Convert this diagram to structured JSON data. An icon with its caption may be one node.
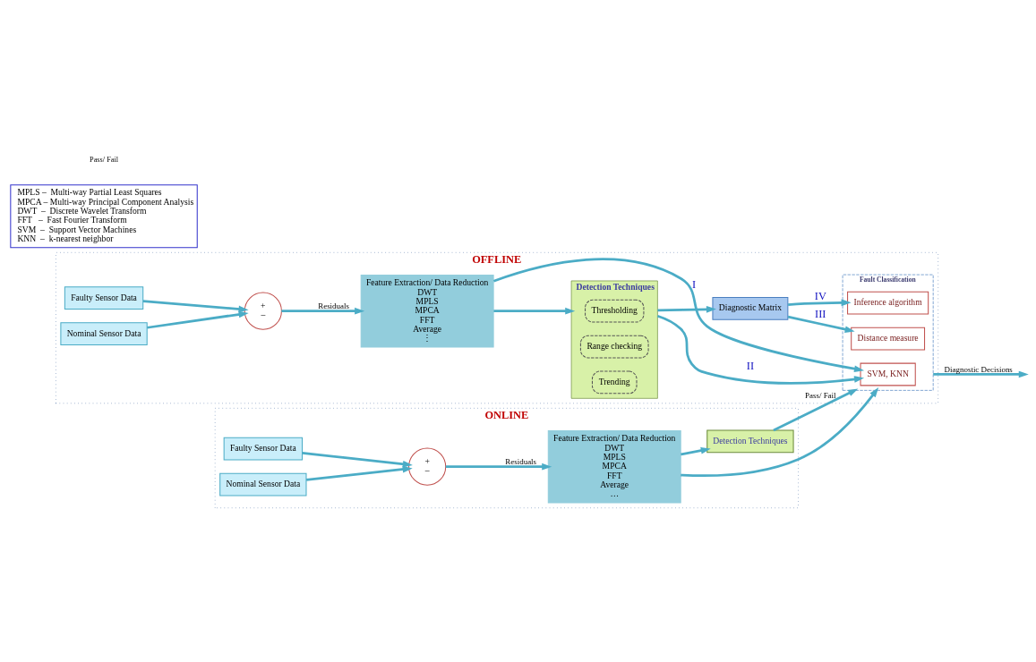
{
  "diagram": {
    "nodes": [
      {
        "text": [
          "OFFLINE"
        ]
      },
      {
        "text": [
          "Faulty Sensor Data"
        ],
        "in": 0
      },
      {
        "text": [
          "Nominal Sensor Data"
        ],
        "in": 0
      },
      {
        "text": [
          "+",
          "–"
        ],
        "in": 0
      },
      {
        "text": [
          "Feature Extraction/ Data Reduction",
          "DWT",
          "MPLS",
          "MPCA",
          "FFT",
          "Average",
          "⋮"
        ],
        "in": 0
      },
      {
        "text": [
          "Detection Techniques"
        ],
        "in": 0
      },
      {
        "text": [
          "Thresholding"
        ],
        "in": 5
      },
      {
        "text": [
          "Range checking"
        ],
        "in": 5
      },
      {
        "text": [
          "Trending"
        ],
        "in": 5
      },
      {
        "text": [
          "Diagnostic Matrix"
        ],
        "in": 0
      },
      {
        "text": [
          "Fault Classification"
        ],
        "in": 0
      },
      {
        "text": [
          "SVM, KNN"
        ],
        "in": 10
      },
      {
        "text": [
          "Distance measure"
        ],
        "in": 10
      },
      {
        "text": [
          "Inference algorithm"
        ],
        "in": 10
      },
      {
        "text": [
          "ONLINE"
        ]
      },
      {
        "text": [
          "Faulty Sensor Data"
        ],
        "in": 14
      },
      {
        "text": [
          "Nominal Sensor Data"
        ],
        "in": 14
      },
      {
        "text": [
          "+",
          "–"
        ],
        "in": 14
      },
      {
        "text": [
          "Feature Extraction/ Data Reduction",
          "DWT",
          "MPLS",
          "MPCA",
          "FFT",
          "Average",
          "…"
        ],
        "in": 14
      },
      {
        "text": [
          "Detection Techniques"
        ],
        "in": 14
      },
      {
        "text": [
          "MPLS –  Multi-way Partial Least Squares",
          "MPCA – Multi-way Principal Component Analysis",
          "DWT  –  Discrete Wavelet Transform",
          "FFT   –  Fast Fourier Transform",
          "SVM  –  Support Vector Machines",
          "KNN  –  k-nearest neighbor"
        ]
      }
    ],
    "edges": [
      {
        "from": 1,
        "to": 3,
        "arrow": "to"
      },
      {
        "from": 2,
        "to": 3,
        "arrow": "to"
      },
      {
        "from": 3,
        "to": 4,
        "arrow": "to",
        "label": "Residuals"
      },
      {
        "from": 4,
        "to": 5,
        "arrow": "to"
      },
      {
        "from": 5,
        "to": 9,
        "arrow": "to"
      },
      {
        "from": 4,
        "to": 11,
        "arrow": "to",
        "label": "I"
      },
      {
        "from": 5,
        "to": 11,
        "arrow": "to",
        "label": "II"
      },
      {
        "from": 9,
        "to": 12,
        "arrow": "to",
        "label": "III"
      },
      {
        "from": 9,
        "to": 13,
        "arrow": "to",
        "label": "IV"
      },
      {
        "from": 10,
        "to": null,
        "arrow": "to",
        "label": "Diagnostic Decisions"
      },
      {
        "from": 15,
        "to": 17,
        "arrow": "to"
      },
      {
        "from": 16,
        "to": 17,
        "arrow": "to"
      },
      {
        "from": 17,
        "to": 18,
        "arrow": "to",
        "label": "Residuals"
      },
      {
        "from": 18,
        "to": 19,
        "arrow": "to"
      },
      {
        "from": 19,
        "to": 10,
        "arrow": "to",
        "label": "Pass/ Fail"
      },
      {
        "from": 18,
        "to": 10,
        "arrow": "to"
      }
    ],
    "labels": [
      "Pass/ Fail"
    ]
  }
}
